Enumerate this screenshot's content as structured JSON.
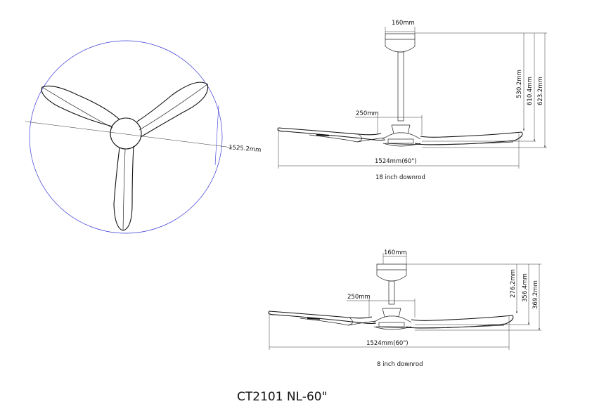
{
  "top_view": {
    "diameter_label": "1525.2mm",
    "circle_color": "#3a3ad8"
  },
  "side_view_1": {
    "canopy_width": "160mm",
    "motor_width": "250mm",
    "span": "1524mm(60\")",
    "heights": [
      "530.2mm",
      "610.4mm",
      "623.2mm"
    ],
    "caption": "18 inch downrod"
  },
  "side_view_2": {
    "canopy_width": "160mm",
    "motor_width": "250mm",
    "span": "1524mm(60\")",
    "heights": [
      "276.2mm",
      "356.4mm",
      "369.2mm"
    ],
    "caption": "8 inch downrod"
  },
  "title": "CT2101 NL-60\""
}
